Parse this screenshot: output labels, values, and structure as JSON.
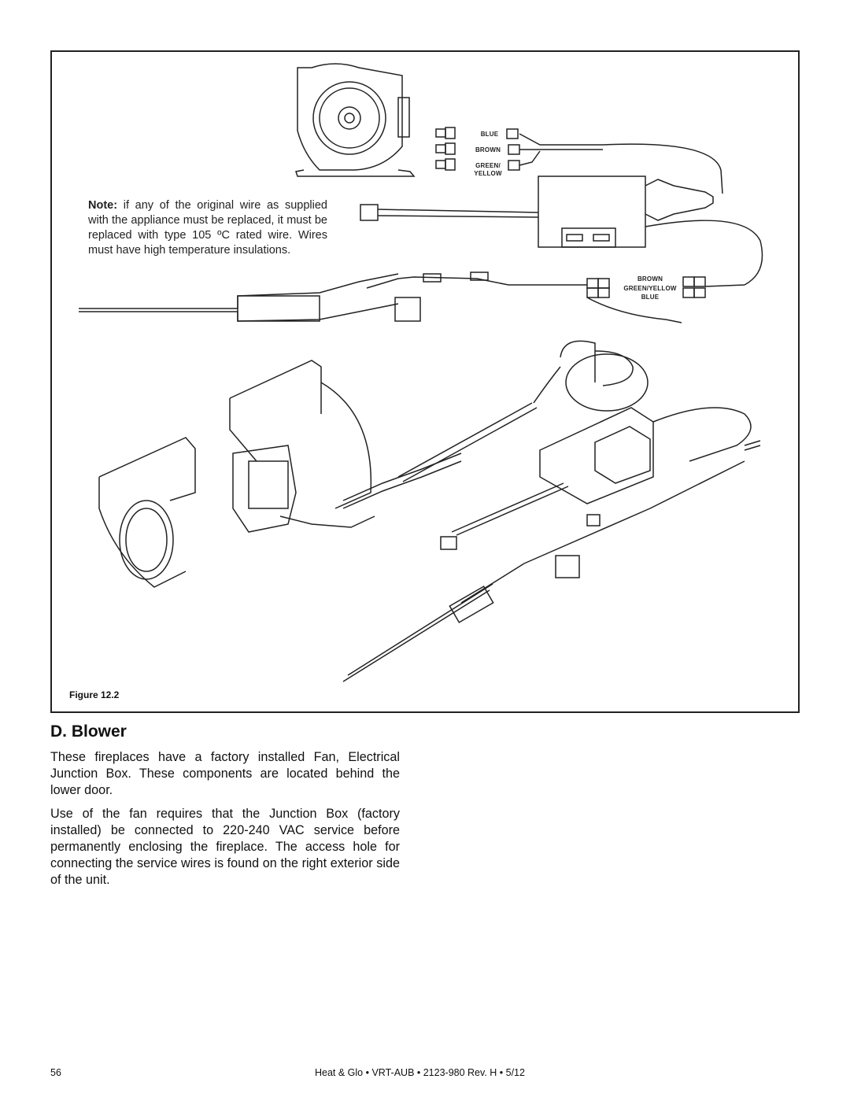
{
  "figure": {
    "note_label": "Note:",
    "note_text": " if any of the original wire as supplied with the appliance must be replaced, it must be replaced with type 105 ºC rated wire. Wires must have high temperature insulations.",
    "wire_labels_top": [
      "BLUE",
      "BROWN",
      "GREEN/",
      "YELLOW"
    ],
    "wire_labels_mid": [
      "BROWN",
      "GREEN/YELLOW",
      "BLUE"
    ],
    "caption": "Figure 12.2"
  },
  "section": {
    "title": "D.  Blower",
    "paragraphs": [
      "These fireplaces have a factory installed Fan, Electrical Junction Box. These components are located behind the lower door.",
      "Use of the fan requires that the Junction Box (factory installed) be connected to 220-240 VAC service before permanently enclosing the fireplace. The access hole for connecting the service wires is found on the right exterior side of the unit."
    ]
  },
  "footer": {
    "page_number": "56",
    "doc_info": "Heat & Glo  •  VRT-AUB  •  2123-980  Rev. H  •  5/12"
  }
}
